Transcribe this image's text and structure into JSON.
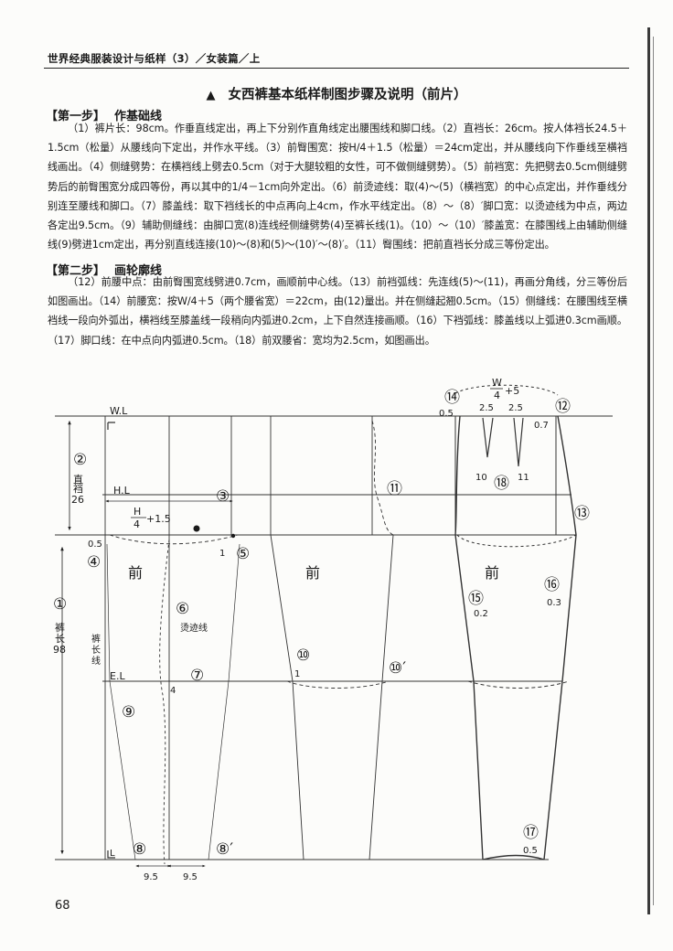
{
  "header": {
    "running_title": "世界经典服装设计与纸样（3）／女装篇／上",
    "page_title_marker": "▲",
    "page_title": "女西裤基本纸样制图步骤及说明（前片）",
    "page_number": "68"
  },
  "step1": {
    "heading": "【第一步】",
    "heading_name": "作基础线",
    "text": "（1）裤片长：98cm。作垂直线定出，再上下分别作直角线定出腰围线和脚口线。（2）直裆长：26cm。按人体裆长24.5＋1.5cm（松量）从腰线向下定出，并作水平线。（3）前臀围宽：按H/4＋1.5（松量）＝24cm定出，并从腰线向下作垂线至横裆线画出。（4）侧缝劈势：在横裆线上劈去0.5cm（对于大腿较粗的女性，可不做侧缝劈势）。（5）前裆宽：先把劈去0.5cm侧缝劈势后的前臀围宽分成四等份，再以其中的1/4－1cm向外定出。（6）前烫迹线：取(4)～(5)（横裆宽）的中心点定出，并作垂线分别连至腰线和脚口。（7）膝盖线：取下裆线长的中点再向上4cm，作水平线定出。（8）～（8）′脚口宽：以烫迹线为中点，两边各定出9.5cm。（9）辅助侧缝线：由脚口宽(8)连线经侧缝劈势(4)至裤长线(1)。（10）～（10）′膝盖宽：在膝围线上由辅助侧缝线(9)劈进1cm定出，再分别直线连接(10)～(8)和(5)～(10)′～(8)′。（11）臀围线：把前直裆长分成三等份定出。"
  },
  "step2": {
    "heading": "【第二步】",
    "heading_name": "画轮廓线",
    "text": "（12）前腰中点：由前臀围宽线劈进0.7cm，画顺前中心线。（13）前裆弧线：先连线(5)～(11)，再画分角线，分三等份后如图画出。（14）前腰宽：按W/4＋5（两个腰省宽）＝22cm，由(12)量出。并在侧缝起翘0.5cm。（15）侧缝线：在腰围线至横裆线一段向外弧出，横裆线至膝盖线一段稍向内弧进0.2cm，上下自然连接画顺。（16）下裆弧线：膝盖线以上弧进0.3cm画顺。（17）脚口线：在中点向内弧进0.5cm。（18）前双腰省：宽均为2.5cm，如图画出。"
  },
  "diagram": {
    "panel1": {
      "wl": "W.L",
      "hl": "H.L",
      "el": "E.L",
      "front": "前",
      "n1": "①",
      "n2": "②",
      "n3": "③",
      "n4": "④",
      "n5": "⑤",
      "n6": "⑥",
      "n7": "⑦",
      "n8": "⑧",
      "n8p": "⑧′",
      "n9": "⑨",
      "crotch_label_1": "直",
      "crotch_label_2": "裆",
      "crotch_value": "26",
      "length_label_1": "裤",
      "length_label_2": "长",
      "length_value": "98",
      "trouser_line_1": "裤",
      "trouser_line_2": "长",
      "trouser_line_3": "线",
      "crease_line": "烫迹线",
      "hip_formula_top": "H",
      "hip_formula_bottom": "4",
      "hip_formula_plus": "+1.5",
      "v_05": "0.5",
      "v_1": "1",
      "v_4": "4",
      "v_95a": "9.5",
      "v_95b": "9.5",
      "corner_l": "L"
    },
    "panel2": {
      "front": "前",
      "n10": "⑩",
      "n10p": "⑩′",
      "n11": "⑪",
      "v_1": "1"
    },
    "panel3": {
      "front": "前",
      "n12": "⑫",
      "n13": "⑬",
      "n14": "⑭",
      "n15": "⑮",
      "n16": "⑯",
      "n17": "⑰",
      "n18": "⑱",
      "waist_formula_top": "W",
      "waist_formula_bottom": "4",
      "waist_formula_plus": "+5",
      "v_05_top": "0.5",
      "v_25a": "2.5",
      "v_25b": "2.5",
      "v_07": "0.7",
      "v_10": "10",
      "v_11": "11",
      "v_02": "0.2",
      "v_03": "0.3",
      "v_05_bottom": "0.5"
    }
  }
}
